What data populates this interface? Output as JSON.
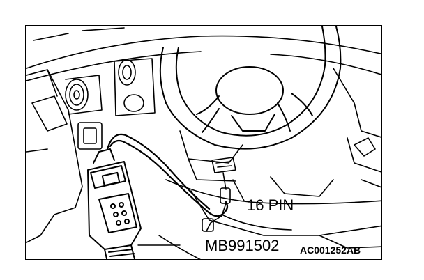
{
  "figure": {
    "labels": {
      "connector": "16 PIN",
      "tool": "MB991502",
      "code": "AC001252AB"
    },
    "colors": {
      "line": "#000000",
      "background": "#ffffff"
    }
  }
}
